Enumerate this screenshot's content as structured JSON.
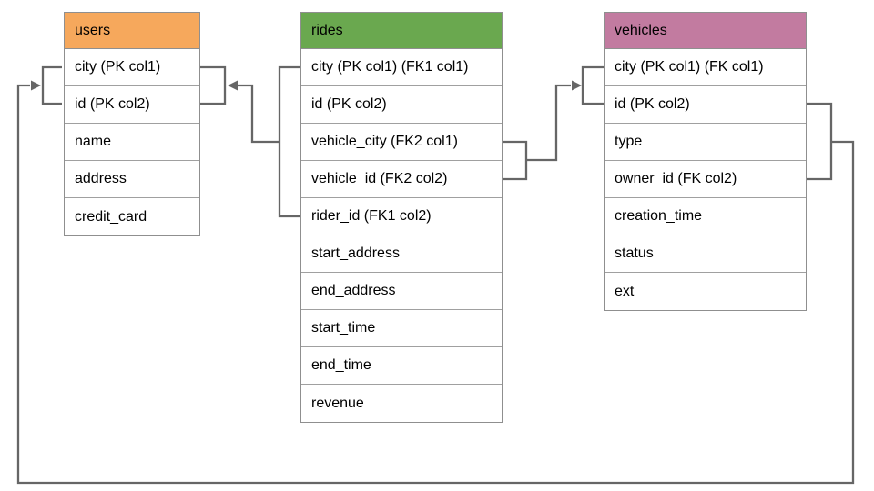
{
  "diagram": {
    "kind": "entity-relationship-schema",
    "tables": [
      {
        "name": "users",
        "header_color": "#F6A85C",
        "fields": [
          "city (PK col1)",
          "id (PK col2)",
          "name",
          "address",
          "credit_card"
        ]
      },
      {
        "name": "rides",
        "header_color": "#6AA84F",
        "fields": [
          "city (PK col1) (FK1 col1)",
          "id (PK col2)",
          "vehicle_city (FK2 col1)",
          "vehicle_id (FK2 col2)",
          "rider_id (FK1 col2)",
          "start_address",
          "end_address",
          "start_time",
          "end_time",
          "revenue"
        ]
      },
      {
        "name": "vehicles",
        "header_color": "#C27BA0",
        "fields": [
          "city (PK col1) (FK col1)",
          "id (PK col2)",
          "type",
          "owner_id (FK col2)",
          "creation_time",
          "status",
          "ext"
        ]
      }
    ],
    "relationships": [
      {
        "key": "FK1",
        "from_table": "rides",
        "from_rows": "city (PK col1) (FK1 col1), rider_id (FK1 col2)",
        "to_table": "users",
        "to_rows": "city (PK col1), id (PK col2)"
      },
      {
        "key": "FK2",
        "from_table": "rides",
        "from_rows": "vehicle_city (FK2 col1), vehicle_id (FK2 col2)",
        "to_table": "vehicles",
        "to_rows": "city (PK col1) (FK col1), id (PK col2)"
      },
      {
        "key": "FK",
        "from_table": "vehicles",
        "from_rows": "id (PK col2), owner_id (FK col2)",
        "to_table": "users",
        "to_rows": "city (PK col1), id (PK col2)"
      }
    ],
    "colors": {
      "connector": "#666666",
      "table_border": "#8f8f8f",
      "row_divider": "#a0a0a0",
      "text": "#000000",
      "background": "#ffffff",
      "users_header": "#F6A85C",
      "rides_header": "#6AA84F",
      "vehicles_header": "#C27BA0"
    }
  }
}
